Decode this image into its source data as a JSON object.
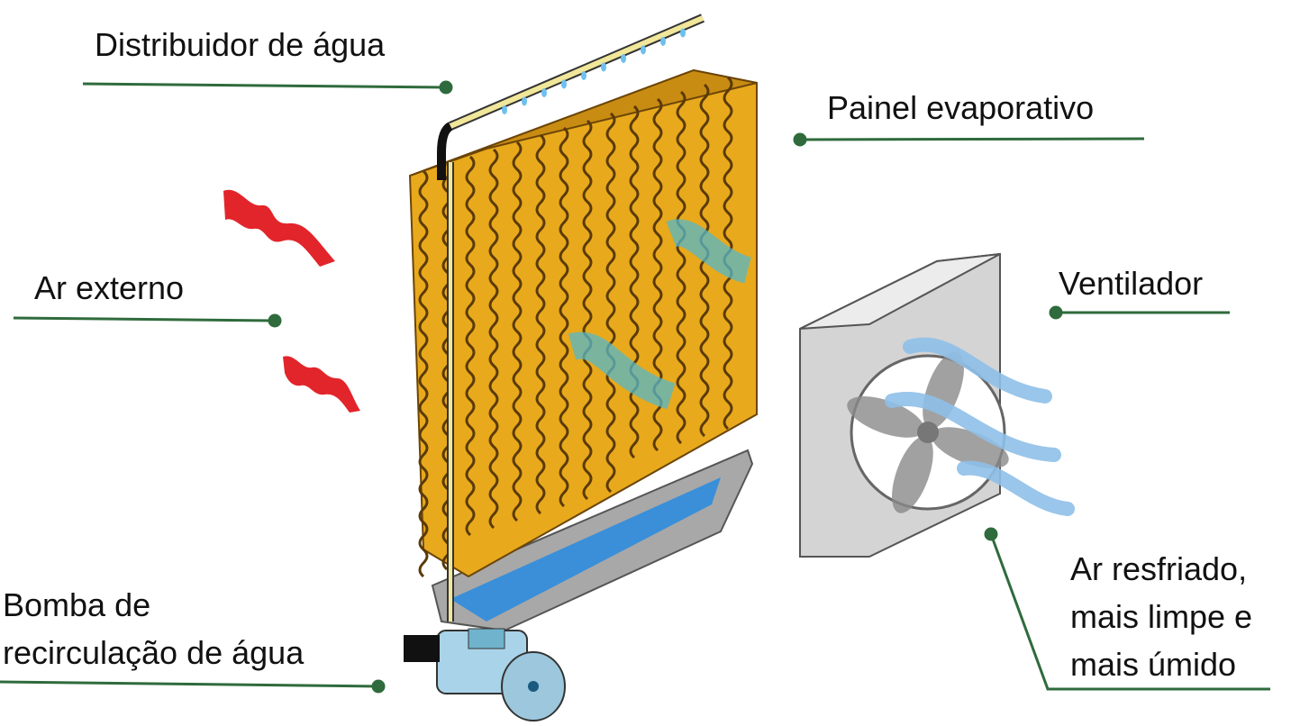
{
  "labels": {
    "distributor": "Distribuidor de água",
    "panel": "Painel evaporativo",
    "outside_air": "Ar externo",
    "fan": "Ventilador",
    "cooled_air": [
      "Ar resfriado,",
      "mais limpe e",
      "mais úmido"
    ],
    "pump": [
      "Bomba de",
      "recirculação de água"
    ]
  },
  "colors": {
    "leader": "#2f6b3c",
    "panel": "#e8a91c",
    "panel_dark": "#8a5a10",
    "hot_air": "#e2252b",
    "cool_air": "#8fc0e8",
    "water": "#3a8fd8",
    "wet_patch": "#57b8c8"
  }
}
